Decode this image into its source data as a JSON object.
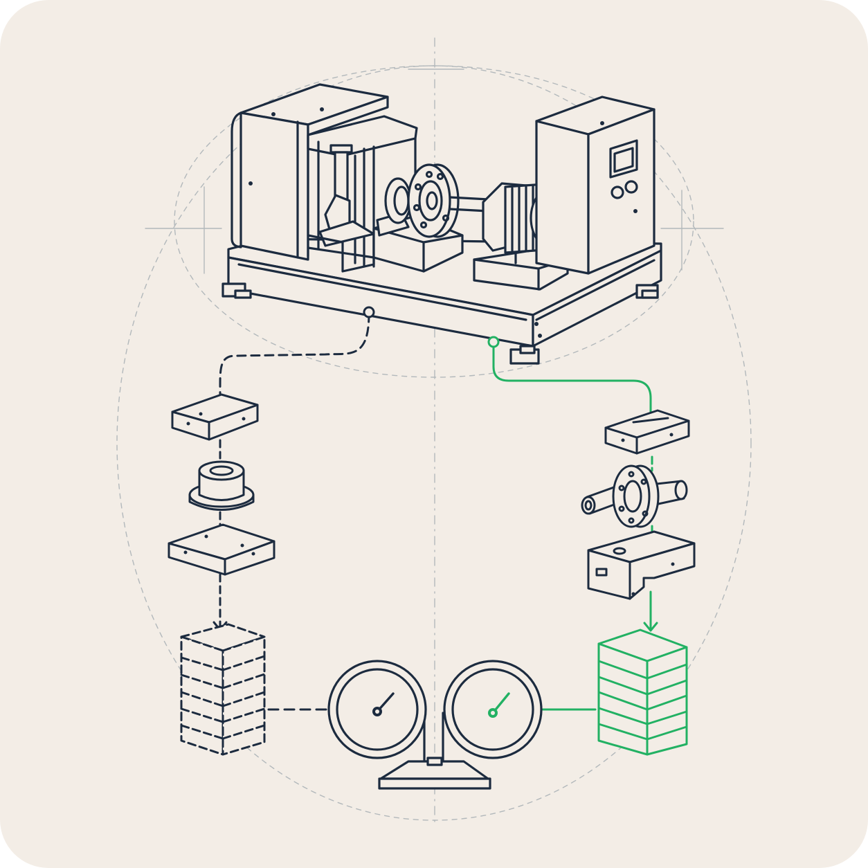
{
  "colors": {
    "background": "#f3ede6",
    "ink": "#1c2b3f",
    "accent": "#22b163",
    "guide": "#b2b8bb"
  },
  "diagram": {
    "top_machine": {
      "icons": [
        "housing-icon",
        "frame-icon",
        "flange-coupling-icon",
        "motor-icon",
        "control-cabinet-icon"
      ]
    },
    "left_branch": {
      "style": "dashed",
      "color": "ink",
      "components": [
        "bearing-block-icon",
        "bushing-icon",
        "base-plate-icon",
        "stacked-layers-dashed-icon"
      ]
    },
    "right_branch": {
      "style": "solid",
      "color": "accent",
      "components": [
        "bearing-block-icon",
        "shaft-flange-icon",
        "sensor-housing-icon",
        "stacked-layers-icon"
      ]
    },
    "gauges": {
      "count": 2,
      "left_needle": "ink",
      "right_needle": "accent"
    }
  }
}
